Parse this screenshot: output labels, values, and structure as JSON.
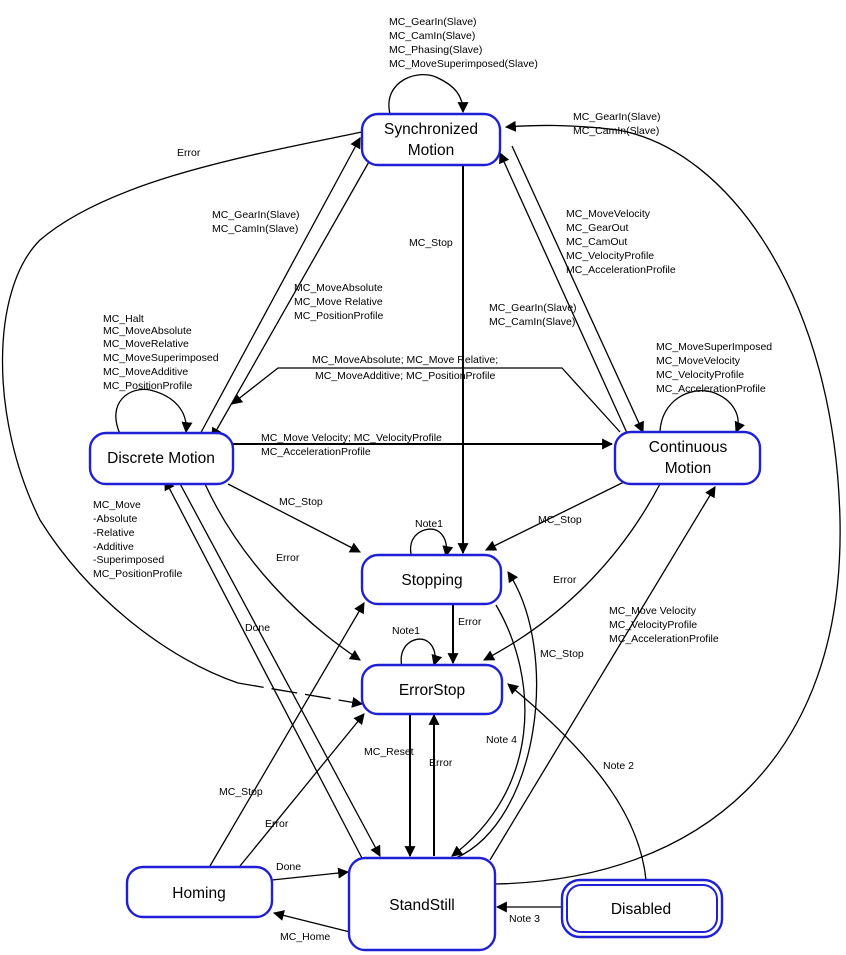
{
  "states": {
    "synchronized": [
      "Synchronized",
      "Motion"
    ],
    "discrete": "Discrete Motion",
    "continuous": [
      "Continuous",
      "Motion"
    ],
    "stopping": "Stopping",
    "errorstop": "ErrorStop",
    "standstill": "StandStill",
    "homing": "Homing",
    "disabled": "Disabled"
  },
  "labels": {
    "sync_self": [
      "MC_GearIn(Slave)",
      "MC_CamIn(Slave)",
      "MC_Phasing(Slave)",
      "MC_MoveSuperimposed(Slave)"
    ],
    "right_sync": [
      "MC_GearIn(Slave)",
      "MC_CamIn(Slave)"
    ],
    "error_outer": "Error",
    "disc_to_sync": [
      "MC_GearIn(Slave)",
      "MC_CamIn(Slave)"
    ],
    "sync_stop": "MC_Stop",
    "sync_to_cont": [
      "MC_MoveVelocity",
      "MC_GearOut",
      "MC_CamOut",
      "MC_VelocityProfile",
      "MC_AccelerationProfile"
    ],
    "sync_to_disc": [
      "MC_MoveAbsolute",
      "MC_Move Relative",
      "MC_PositionProfile"
    ],
    "cont_to_sync": [
      "MC_GearIn(Slave)",
      "MC_CamIn(Slave)"
    ],
    "disc_self": [
      "MC_Halt",
      "MC_MoveAbsolute",
      "MC_MoveRelative",
      "MC_MoveSuperimposed",
      "MC_MoveAdditive",
      "MC_PositionProfile"
    ],
    "cont_self": [
      "MC_MoveSuperImposed",
      "MC_MoveVelocity",
      "MC_VelocityProfile",
      "MC_AccelerationProfile"
    ],
    "cont_to_disc": [
      "MC_MoveAbsolute; MC_Move Relative;",
      "MC_MoveAdditive; MC_PositionProfile"
    ],
    "disc_to_cont": [
      "MC_Move Velocity; MC_VelocityProfile",
      "MC_AccelerationProfile"
    ],
    "disc_stop": "MC_Stop",
    "cont_stop": "MC_Stop",
    "stop_note": "Note1",
    "stand_to_disc": [
      "MC_Move",
      "-Absolute",
      "-Relative",
      "-Additive",
      "-Superimposed",
      "MC_PositionProfile"
    ],
    "disc_error": "Error",
    "cont_error": "Error",
    "done_disc": "Done",
    "stop_error": "Error",
    "err_note": "Note1",
    "stand_stop": "MC_Stop",
    "stand_to_cont": [
      "MC_Move Velocity",
      "MC_VelocityProfile",
      "MC_AccelerationProfile"
    ],
    "note4": "Note 4",
    "reset": "MC_Reset",
    "stand_error": "Error",
    "note2": "Note  2",
    "homing_stop": "MC_Stop",
    "homing_error": "Error",
    "homing_done": "Done",
    "note3": "Note 3",
    "mc_home": "MC_Home"
  }
}
